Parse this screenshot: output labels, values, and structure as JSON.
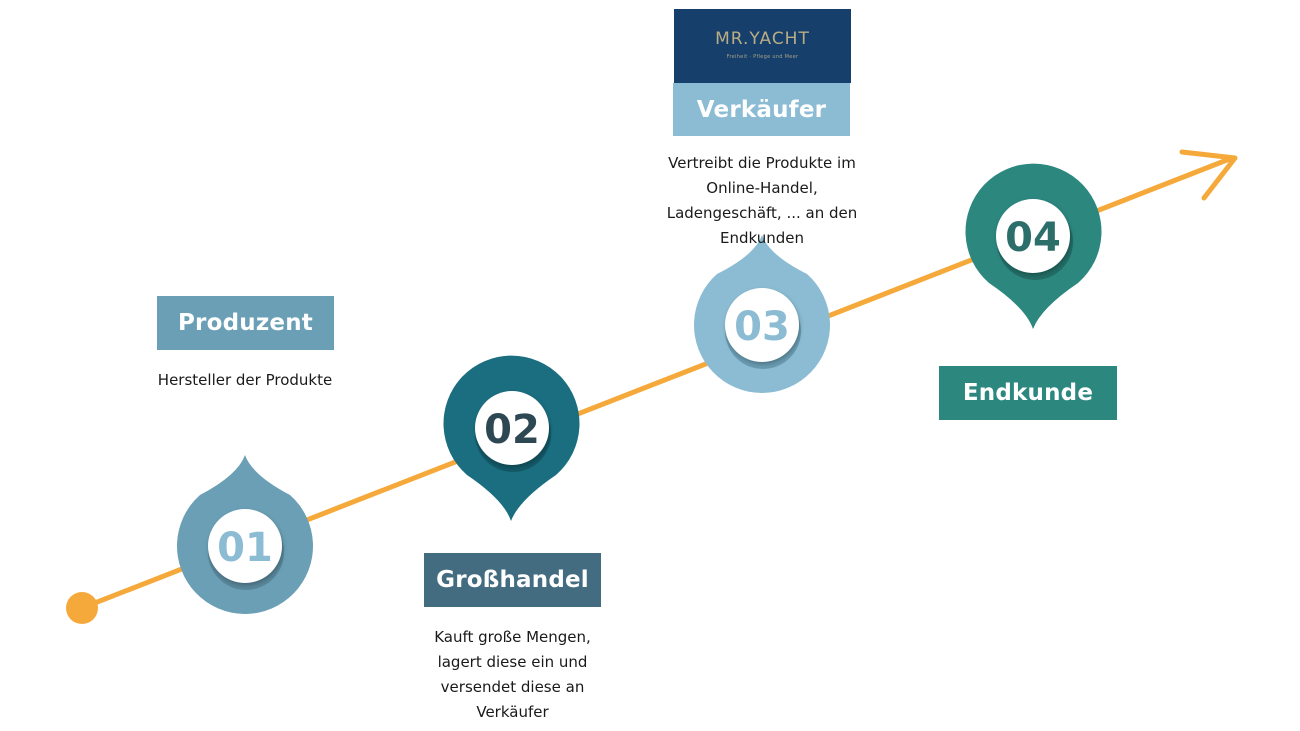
{
  "colors": {
    "timeline": "#f6a93b",
    "step1": "#6a9fb5",
    "step2": "#1a6e7f",
    "step3": "#8bbcd3",
    "step4": "#2c877f",
    "inner_circle": "#ffffff"
  },
  "steps": [
    {
      "number": "01",
      "title": "Produzent",
      "description": [
        "Hersteller der Produkte"
      ]
    },
    {
      "number": "02",
      "title": "Großhandel",
      "description": [
        "Kauft große Mengen,",
        "lagert diese ein und",
        "versendet diese an",
        "Verkäufer"
      ]
    },
    {
      "number": "03",
      "title": "Verkäufer",
      "description": [
        "Vertreibt die Produkte im",
        "Online-Handel,",
        "Ladengeschäft, ... an den",
        "Endkunden"
      ]
    },
    {
      "number": "04",
      "title": "Endkunde",
      "description": []
    }
  ],
  "logo": {
    "name": "MR.YACHT",
    "tagline": "Freiheit · Pflege und Meer"
  },
  "icons": {
    "start": "start-dot-icon",
    "end": "arrow-head-icon",
    "markers": "map-pin-icon"
  }
}
